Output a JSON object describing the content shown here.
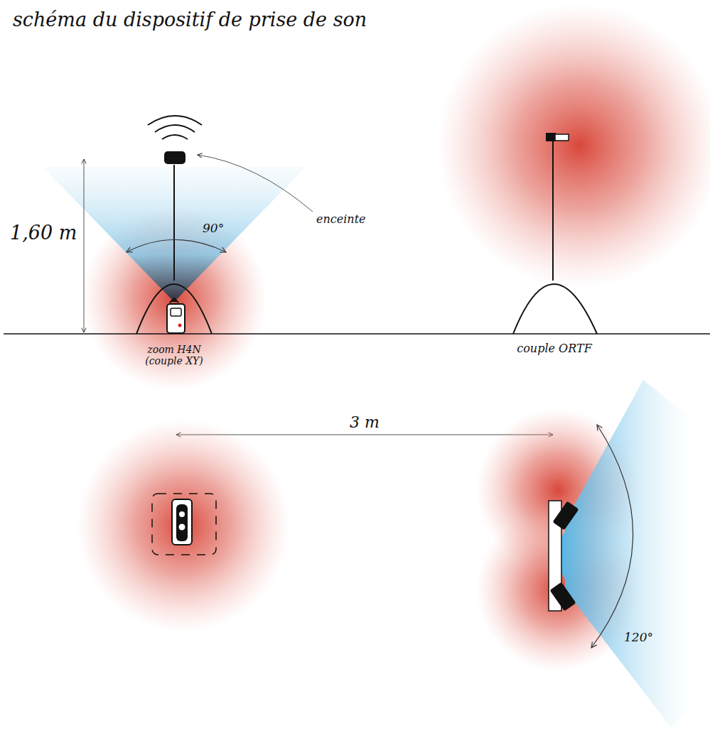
{
  "diagram": {
    "title": "schéma du dispositif de prise de son",
    "labels": [
      "1,60 m",
      "90°",
      "enceinte",
      "zoom H4N (couple XY)",
      "couple ORTF",
      "3 m",
      "120°"
    ]
  }
}
